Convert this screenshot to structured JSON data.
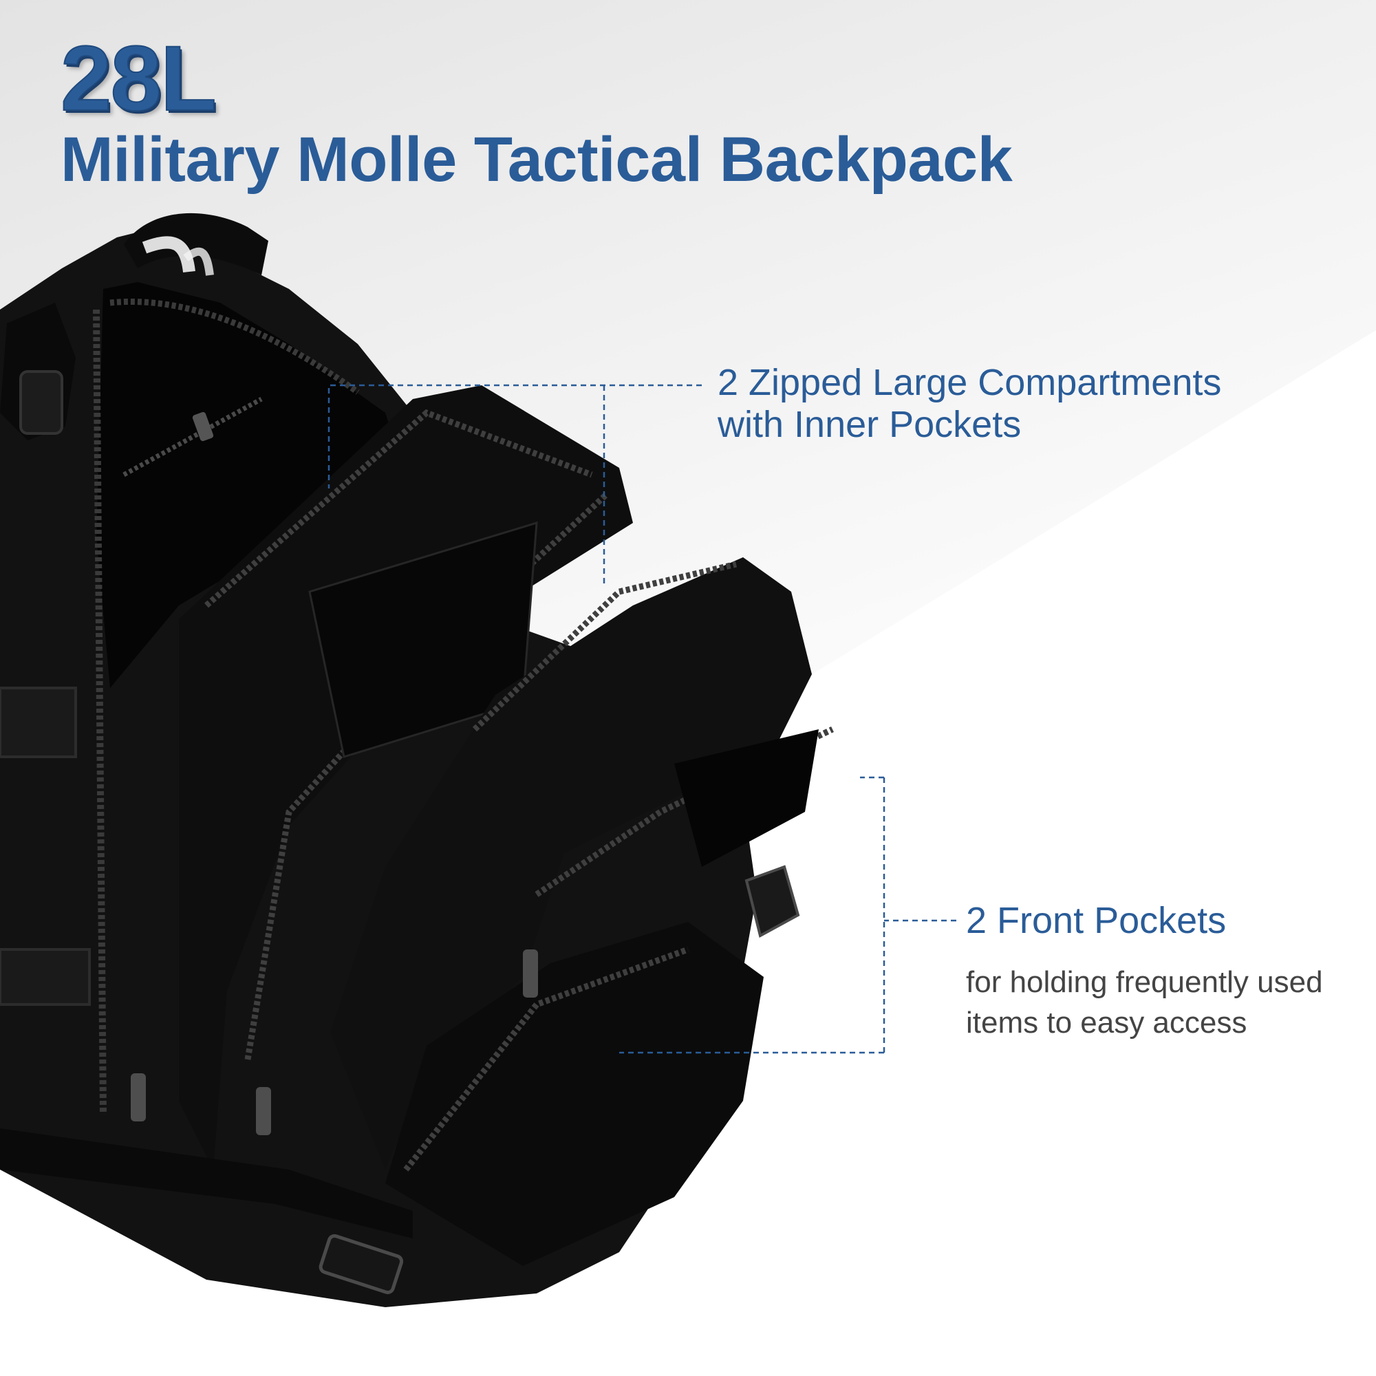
{
  "header": {
    "capacity": "28L",
    "product_name": "Military Molle Tactical Backpack"
  },
  "callouts": [
    {
      "title_lines": [
        "2 Zipped Large Compartments",
        "with Inner Pockets"
      ]
    },
    {
      "title": "2 Front Pockets",
      "desc_lines": [
        "for holding frequently used",
        "items to easy access"
      ]
    }
  ],
  "colors": {
    "accent": "#2a5c98",
    "body_text": "#444444",
    "backpack": "#111111"
  }
}
